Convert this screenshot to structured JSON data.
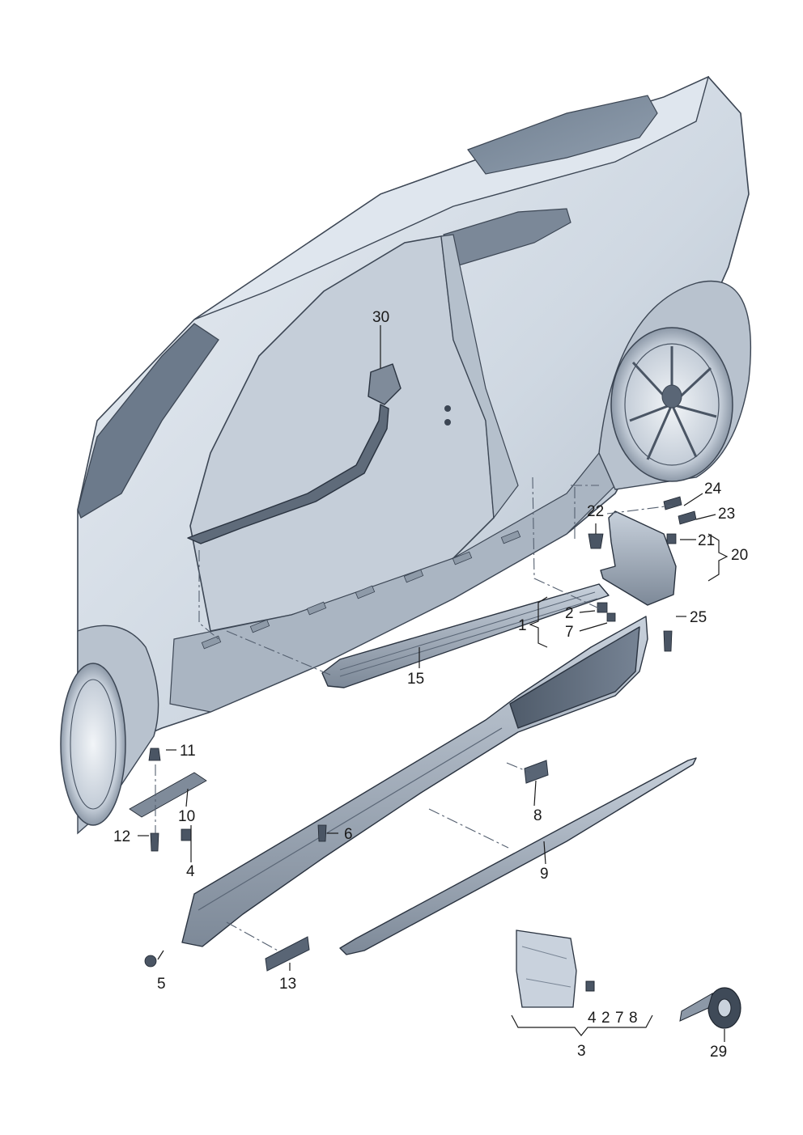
{
  "diagram": {
    "callouts": {
      "c1": "1",
      "c2": "2",
      "c3": "3",
      "c4a": "4",
      "c4b": "4",
      "c5": "5",
      "c6": "6",
      "c7": "7",
      "c8": "8",
      "c9": "9",
      "c10": "10",
      "c11": "11",
      "c12": "12",
      "c13": "13",
      "c15": "15",
      "c20": "20",
      "c21": "21",
      "c22": "22",
      "c23": "23",
      "c24": "24",
      "c25": "25",
      "c29": "29",
      "c30": "30",
      "kit_2": "2",
      "kit_7": "7",
      "kit_8": "8"
    }
  }
}
